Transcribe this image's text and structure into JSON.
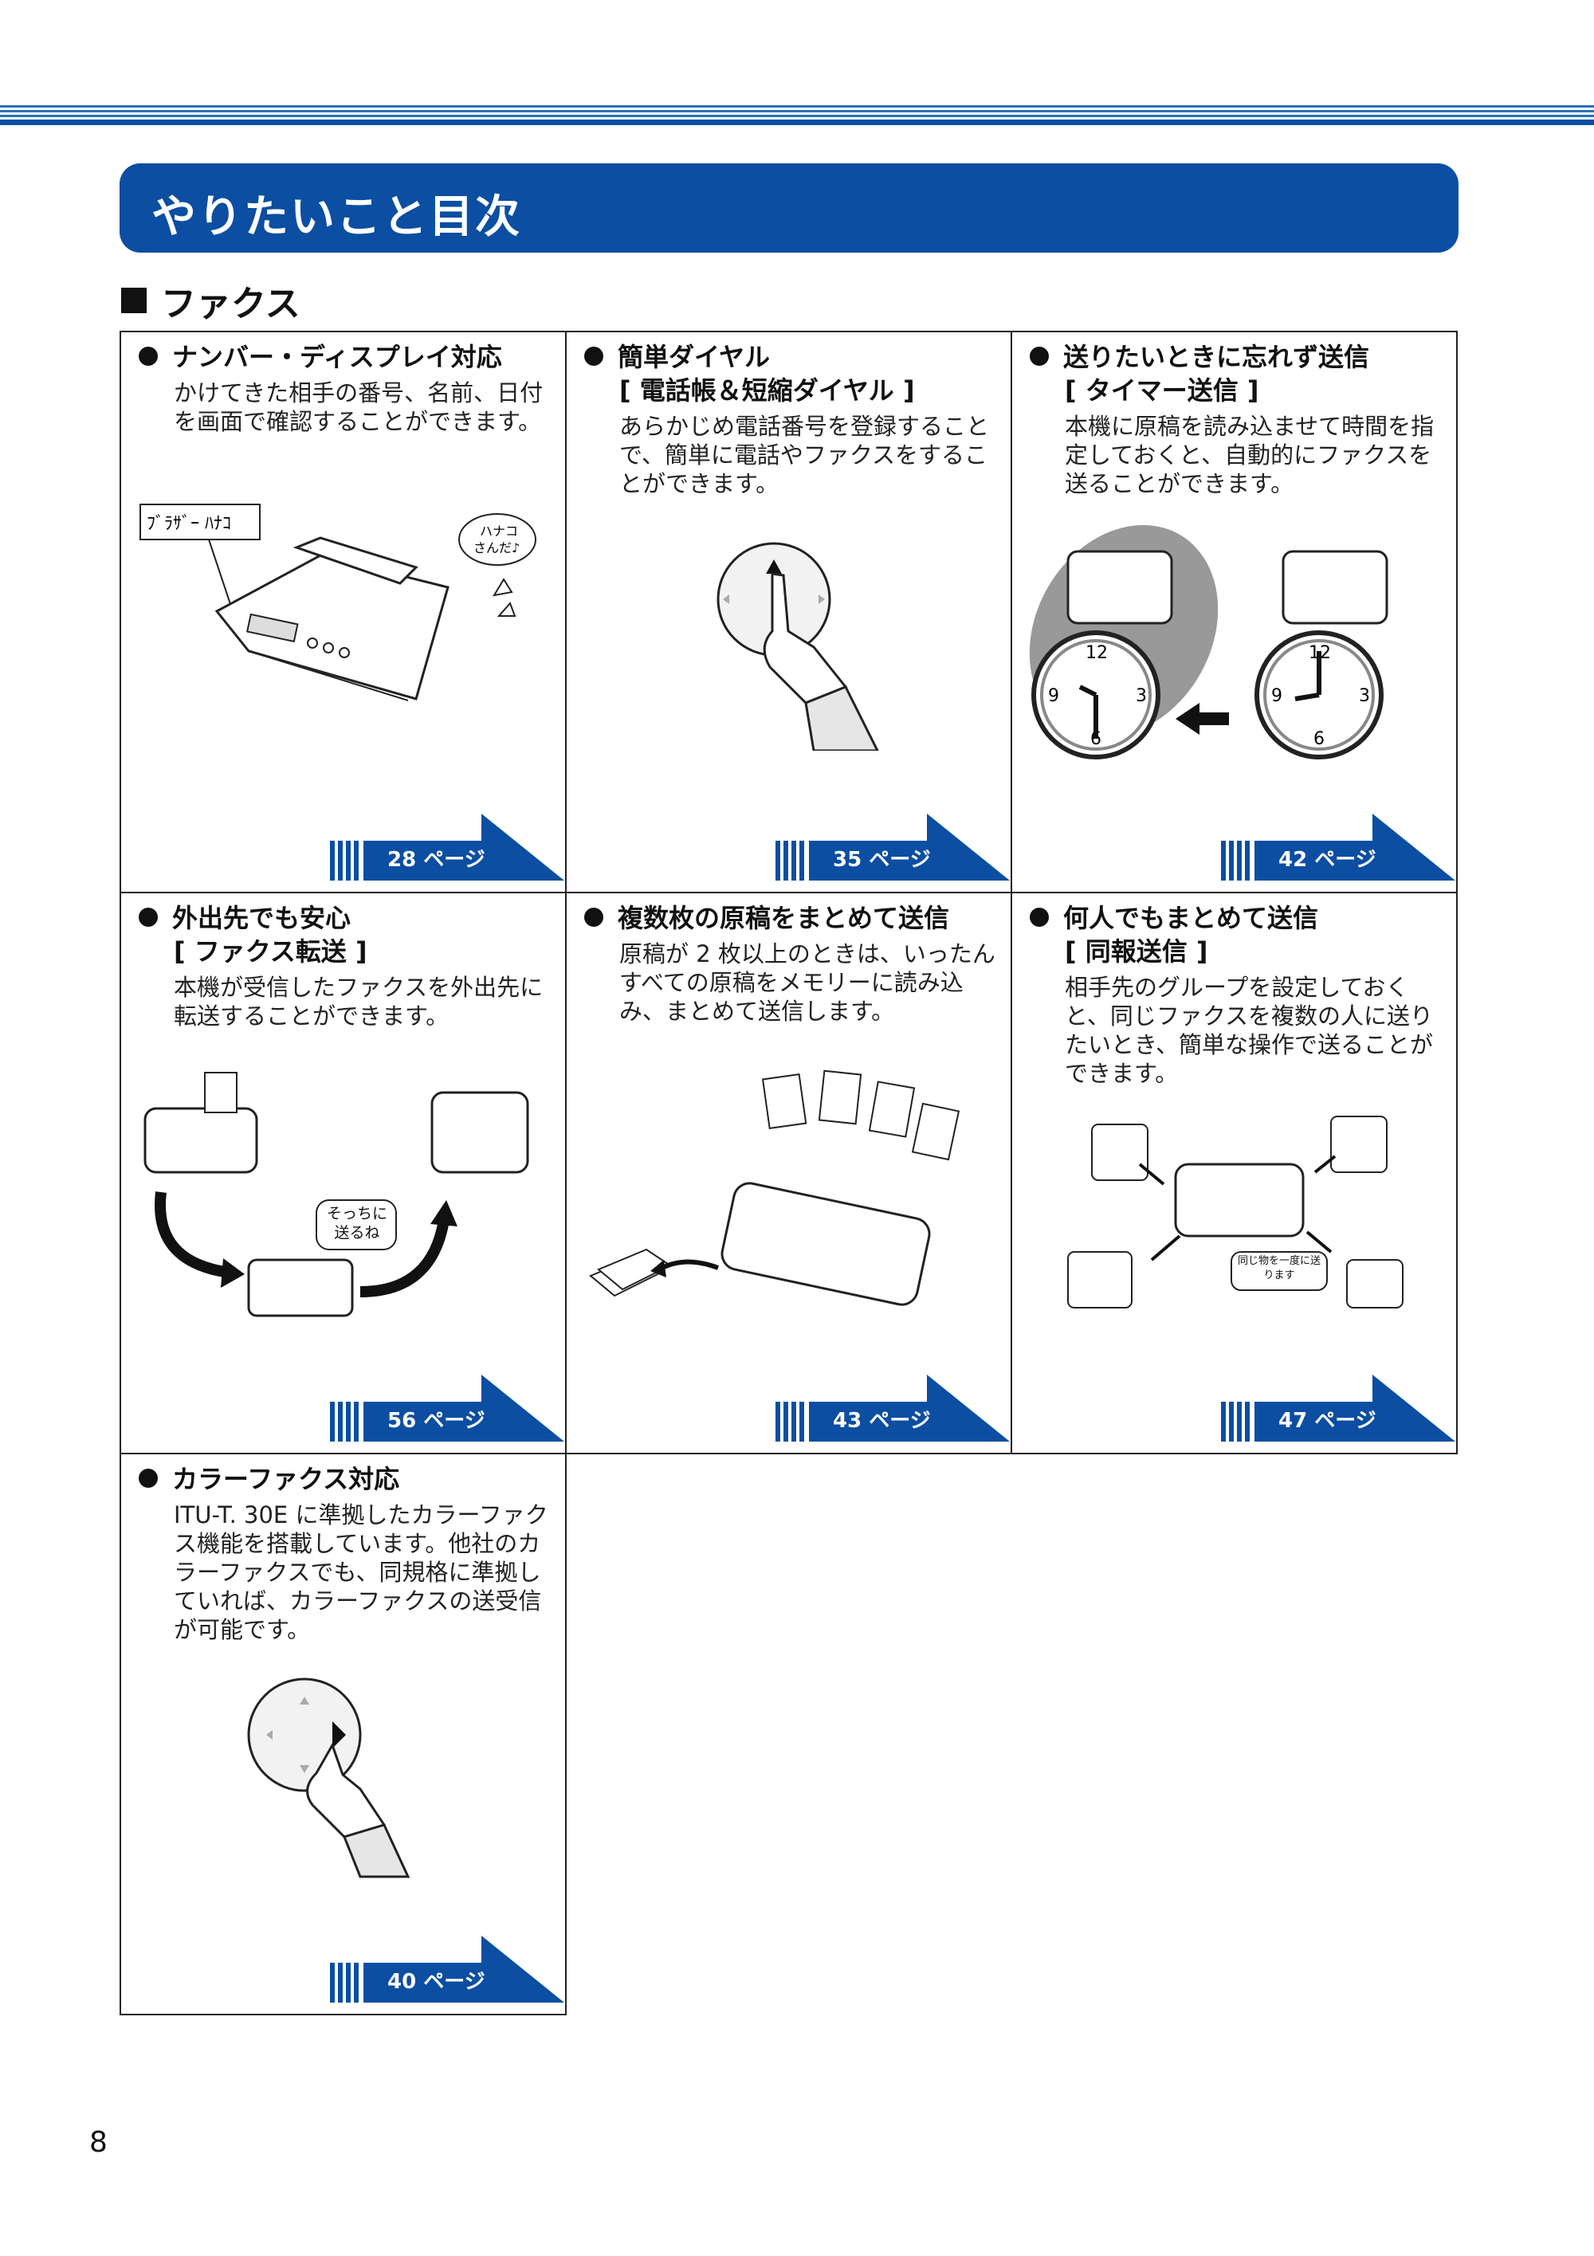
{
  "banner": {
    "title": "やりたいこと目次"
  },
  "section": {
    "title": "ファクス"
  },
  "items": [
    {
      "title": "ナンバー・ディスプレイ対応",
      "subtitle": "",
      "desc": "かけてきた相手の番号、名前、日付を画面で確認することができます。",
      "page": "28 ページ",
      "labels": {
        "display": "ﾌﾞﾗｻﾞｰ ﾊﾅｺ",
        "balloon": "ハナコさんだ♪"
      }
    },
    {
      "title": "簡単ダイヤル",
      "subtitle": "[ 電話帳＆短縮ダイヤル ]",
      "desc": "あらかじめ電話番号を登録することで、簡単に電話やファクスをすることができます。",
      "page": "35 ページ"
    },
    {
      "title": "送りたいときに忘れず送信",
      "subtitle": "[ タイマー送信 ]",
      "desc": "本機に原稿を読み込ませて時間を指定しておくと、自動的にファクスを送ることができます。",
      "page": "42 ページ",
      "labels": {
        "n12": "12",
        "n3": "3",
        "n6": "6",
        "n9": "9"
      }
    },
    {
      "title": "外出先でも安心",
      "subtitle": "[ ファクス転送 ]",
      "desc": "本機が受信したファクスを外出先に転送することができます。",
      "page": "56 ページ",
      "labels": {
        "balloon": "そっちに送るね"
      }
    },
    {
      "title": "複数枚の原稿をまとめて送信",
      "subtitle": "",
      "desc": "原稿が 2 枚以上のときは、いったんすべての原稿をメモリーに読み込み、まとめて送信します。",
      "page": "43 ページ"
    },
    {
      "title": "何人でもまとめて送信",
      "subtitle": "[ 同報送信 ]",
      "desc": "相手先のグループを設定しておくと、同じファクスを複数の人に送りたいとき、簡単な操作で送ることができます。",
      "page": "47 ページ",
      "labels": {
        "balloon": "同じ物を一度に送ります"
      }
    },
    {
      "title": "カラーファクス対応",
      "subtitle": "",
      "desc": "ITU-T. 30E に準拠したカラーファクス機能を搭載しています。他社のカラーファクスでも、同規格に準拠していれば、カラーファクスの送受信が可能です。",
      "page": "40 ページ"
    }
  ],
  "footer": {
    "page_number": "8"
  },
  "colors": {
    "brand_blue": "#0b4ea2"
  }
}
